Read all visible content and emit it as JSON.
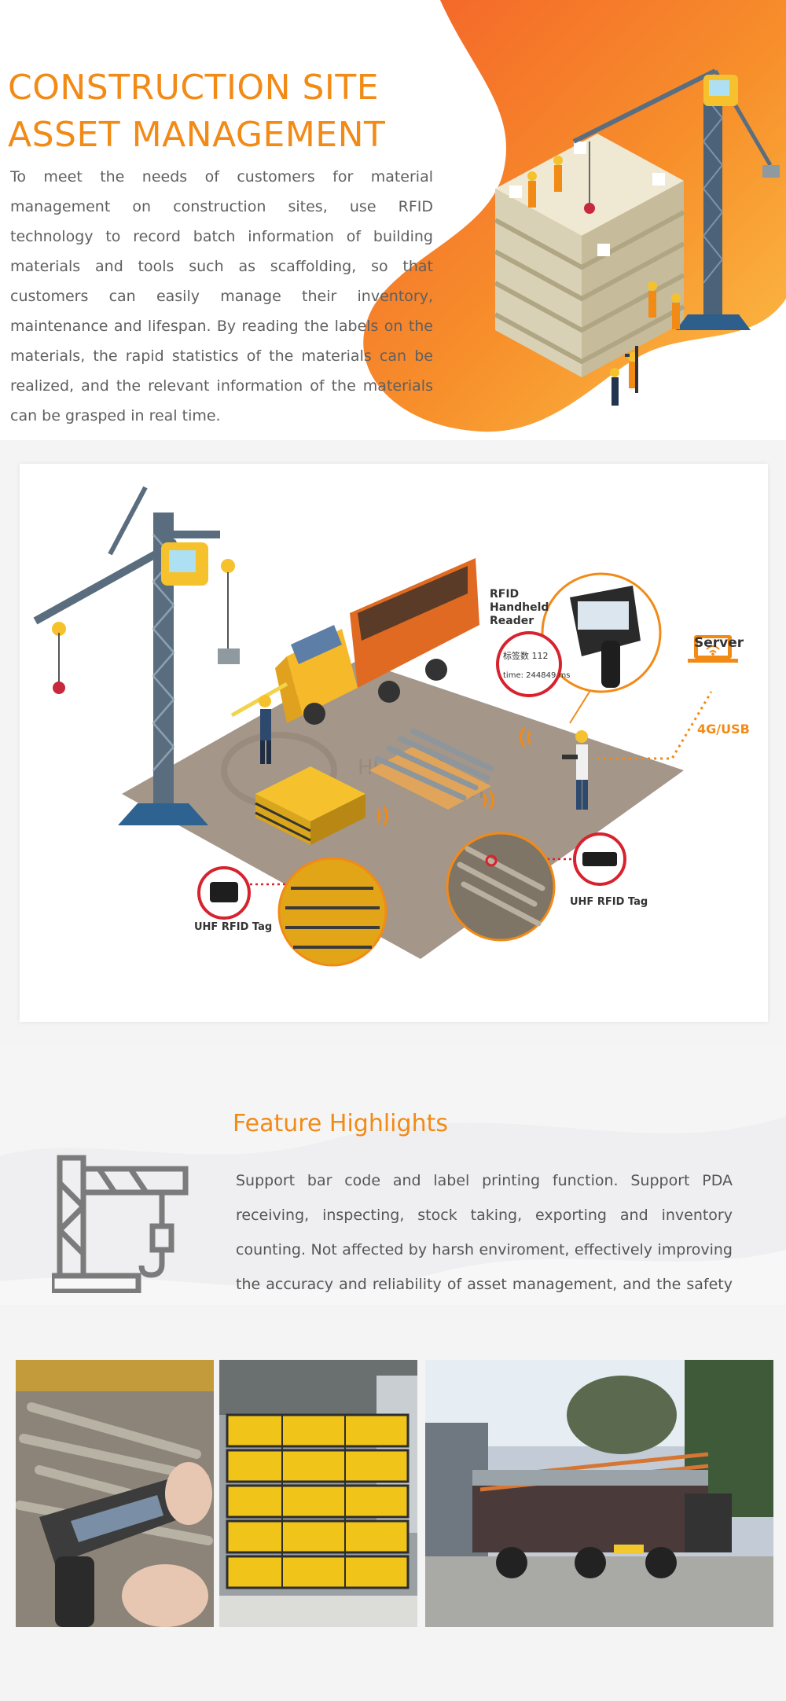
{
  "hero": {
    "title_line1": "CONSTRUCTION SITE",
    "title_line2": "ASSET MANAGEMENT",
    "intro": "To meet the needs of customers for material management on construction sites, use RFID technology to record batch information of building materials and tools such as scaffolding, so that customers can easily manage their inventory, maintenance and lifespan. By reading the labels on the materials, the rapid statistics of the materials can be realized, and the relevant information of the materials can be grasped in real time."
  },
  "diagram": {
    "reader_label_1": "RFID",
    "reader_label_2": "Handheld",
    "reader_label_3": "Reader",
    "server_label": "Server",
    "link_label": "4G/USB",
    "tag_label_left": "UHF RFID Tag",
    "tag_label_right": "UHF RFID Tag",
    "screen_line1": "标签数  112",
    "screen_line2": "time:    244849  ms"
  },
  "feature": {
    "title": "Feature Highlights",
    "text": "Support bar code and label printing function. Support PDA receiving, inspecting, stock taking, exporting and inventory counting. Not affected by harsh enviroment, effectively improving the accuracy and reliability of asset management, and the safety of construction."
  },
  "photos": [
    {
      "name": "handheld-reader-scanning-pipes-photo"
    },
    {
      "name": "yellow-scaffolding-boards-photo"
    },
    {
      "name": "truck-loaded-with-scaffolding-photo"
    }
  ],
  "colors": {
    "accent": "#f28a16",
    "accent_light": "#fbb845",
    "text": "#5f5f5f",
    "tag_ring": "#d7232e"
  }
}
